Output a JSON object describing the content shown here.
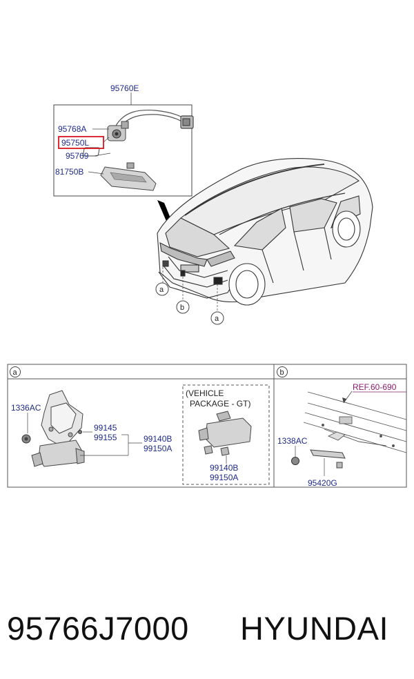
{
  "top_assembly": {
    "label": "95760E",
    "parts": [
      {
        "label": "95768A"
      },
      {
        "label": "95750L",
        "highlighted": true
      },
      {
        "label": "95769"
      },
      {
        "label": "81750B"
      }
    ],
    "callouts": [
      "a",
      "b",
      "a"
    ]
  },
  "section_a": {
    "marker": "a",
    "parts": {
      "bolt": "1336AC",
      "screw_1": "99145",
      "screw_2": "99155",
      "unit_1": "99140B",
      "unit_2": "99150A"
    },
    "gt_package": {
      "title_line1": "(VEHICLE",
      "title_line2": "PACKAGE - GT)",
      "unit_1": "99140B",
      "unit_2": "99150A"
    }
  },
  "section_b": {
    "marker": "b",
    "ref": "REF.60-690",
    "parts": {
      "bolt": "1338AC",
      "handle": "95420G"
    }
  },
  "footer": {
    "part_number": "95766J7000",
    "brand": "HYUNDAI"
  },
  "colors": {
    "label_blue": "#1f2a8a",
    "ref_magenta": "#8a1b6b",
    "highlight_red": "#d8141e"
  }
}
